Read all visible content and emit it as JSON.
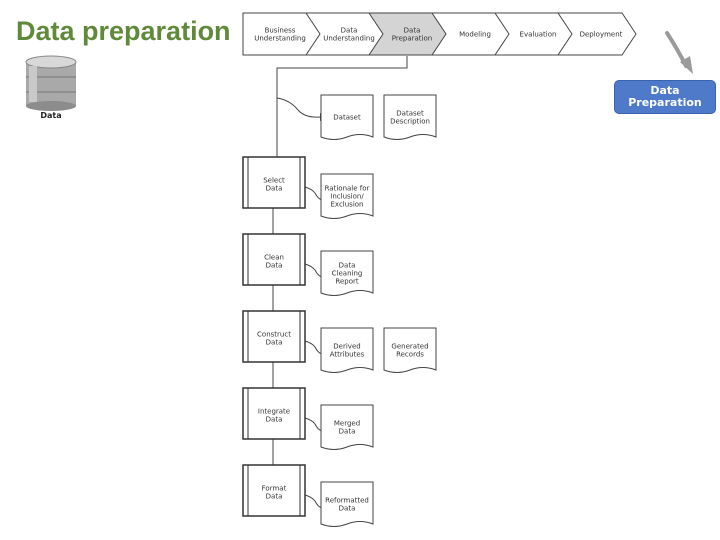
{
  "title": "Data preparation",
  "database_label": "Data",
  "badge": {
    "line1": "Data",
    "line2": "Preparation"
  },
  "phases": [
    {
      "line1": "Business",
      "line2": "Understanding",
      "active": false
    },
    {
      "line1": "Data",
      "line2": "Understanding",
      "active": false
    },
    {
      "line1": "Data",
      "line2": "Preparation",
      "active": true
    },
    {
      "line1": "Modeling",
      "line2": "",
      "active": false
    },
    {
      "line1": "Evaluation",
      "line2": "",
      "active": false
    },
    {
      "line1": "Deployment",
      "line2": "",
      "active": false
    }
  ],
  "top_outputs": [
    {
      "lines": [
        "Dataset"
      ]
    },
    {
      "lines": [
        "Dataset",
        "Description"
      ]
    }
  ],
  "tasks": [
    {
      "lines": [
        "Select",
        "Data"
      ],
      "outputs": [
        {
          "lines": [
            "Rationale for",
            "Inclusion/",
            "Exclusion"
          ]
        }
      ]
    },
    {
      "lines": [
        "Clean",
        "Data"
      ],
      "outputs": [
        {
          "lines": [
            "Data",
            "Cleaning",
            "Report"
          ]
        }
      ]
    },
    {
      "lines": [
        "Construct",
        "Data"
      ],
      "outputs": [
        {
          "lines": [
            "Derived",
            "Attributes"
          ]
        },
        {
          "lines": [
            "Generated",
            "Records"
          ]
        }
      ]
    },
    {
      "lines": [
        "Integrate",
        "Data"
      ],
      "outputs": [
        {
          "lines": [
            "Merged",
            "Data"
          ]
        }
      ]
    },
    {
      "lines": [
        "Format",
        "Data"
      ],
      "outputs": [
        {
          "lines": [
            "Reformatted",
            "Data"
          ]
        }
      ]
    }
  ],
  "colors": {
    "title": "#5f8a3a",
    "badge": "#4f7ac9",
    "active_phase": "#d4d4d4"
  }
}
